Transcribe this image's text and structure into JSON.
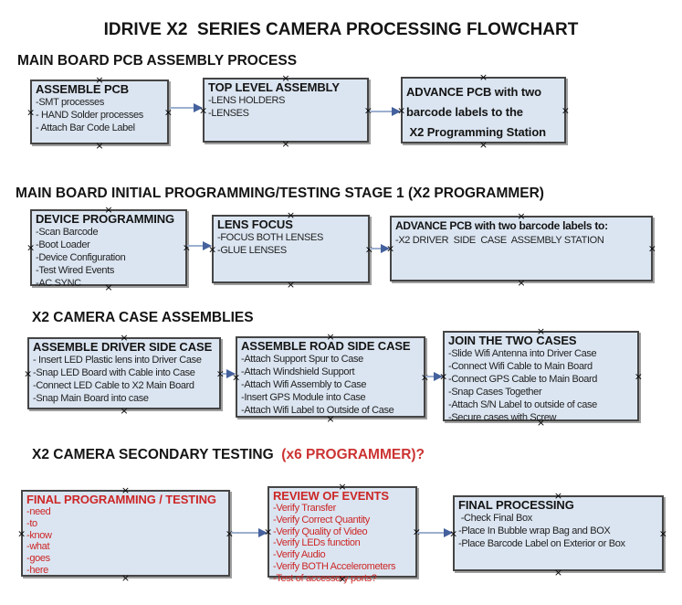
{
  "title": "IDRIVE X2  SERIES CAMERA PROCESSING FLOWCHART",
  "colors": {
    "background": "#ffffff",
    "text": "#1a1a1a",
    "box_fill": "#dbe5f1",
    "box_border": "#454545",
    "box_shadow": "#a0a0a0",
    "arrow_line": "#9cb0cf",
    "arrow_head": "#44619d",
    "red_text": "#cc2626",
    "header_red": "#cc3333"
  },
  "sections": [
    {
      "header": "MAIN BOARD PCB ASSEMBLY PROCESS",
      "header_suffix": "",
      "boxes": [
        {
          "title": "ASSEMBLE PCB",
          "items": [
            "-SMT processes",
            "- HAND Solder processes",
            "- Attach Bar Code Label"
          ]
        },
        {
          "title": "TOP LEVEL ASSEMBLY",
          "items": [
            "-LENS HOLDERS",
            "-LENSES"
          ]
        },
        {
          "title": "ADVANCE PCB with two\nbarcode labels to the\n X2 Programming Station",
          "items": []
        }
      ]
    },
    {
      "header": "MAIN BOARD INITIAL PROGRAMMING/TESTING STAGE 1 (X2 PROGRAMMER)",
      "header_suffix": "",
      "boxes": [
        {
          "title": "DEVICE PROGRAMMING",
          "items": [
            "-Scan Barcode",
            "-Boot Loader",
            "-Device Configuration",
            "-Test Wired Events",
            "-AC SYNC"
          ]
        },
        {
          "title": "LENS FOCUS",
          "items": [
            "-FOCUS BOTH LENSES",
            "-GLUE LENSES"
          ]
        },
        {
          "title": "ADVANCE PCB with two barcode labels to:",
          "items": [
            "-X2 DRIVER  SIDE  CASE  ASSEMBLY STATION"
          ]
        }
      ]
    },
    {
      "header": "X2 CAMERA CASE ASSEMBLIES",
      "header_suffix": "",
      "boxes": [
        {
          "title": "ASSEMBLE DRIVER SIDE CASE",
          "items": [
            "- Insert LED Plastic lens into Driver Case",
            "-Snap LED Board with Cable into Case",
            "-Connect LED Cable to X2 Main Board",
            "-Snap Main Board into case"
          ]
        },
        {
          "title": "ASSEMBLE ROAD SIDE CASE",
          "items": [
            "-Attach Support Spur to Case",
            "-Attach Windshield Support",
            "-Attach Wifi Assembly to Case",
            "-Insert GPS Module into Case",
            "-Attach Wifi Label to Outside of Case"
          ]
        },
        {
          "title": "JOIN THE TWO CASES",
          "items": [
            "-Slide Wifi Antenna into Driver Case",
            "-Connect Wifi Cable to Main Board",
            "-Connect GPS Cable to Main Board",
            "-Snap Cases Together",
            "-Attach S/N Label to outside of case",
            "-Secure cases with Screw"
          ]
        }
      ]
    },
    {
      "header": "X2 CAMERA SECONDARY TESTING  ",
      "header_suffix": "(x6 PROGRAMMER)?",
      "boxes": [
        {
          "title": "FINAL PROGRAMMING / TESTING",
          "items": [
            "-need",
            "-to",
            "-know",
            "-what",
            "-goes",
            "-here"
          ]
        },
        {
          "title": "REVIEW OF EVENTS",
          "items": [
            "-Verify Transfer",
            "-Verify Correct Quantity",
            "-Verify Quality of Video",
            "-Verify LEDs function",
            "-Verify Audio",
            "-Verify BOTH Accelerometers",
            "-Test of accessory ports?"
          ]
        },
        {
          "title": "FINAL PROCESSING",
          "items": [
            " -Check Final Box",
            "-Place In Bubble wrap Bag and BOX",
            "-Place Barcode Label on Exterior or Box"
          ]
        }
      ]
    }
  ]
}
